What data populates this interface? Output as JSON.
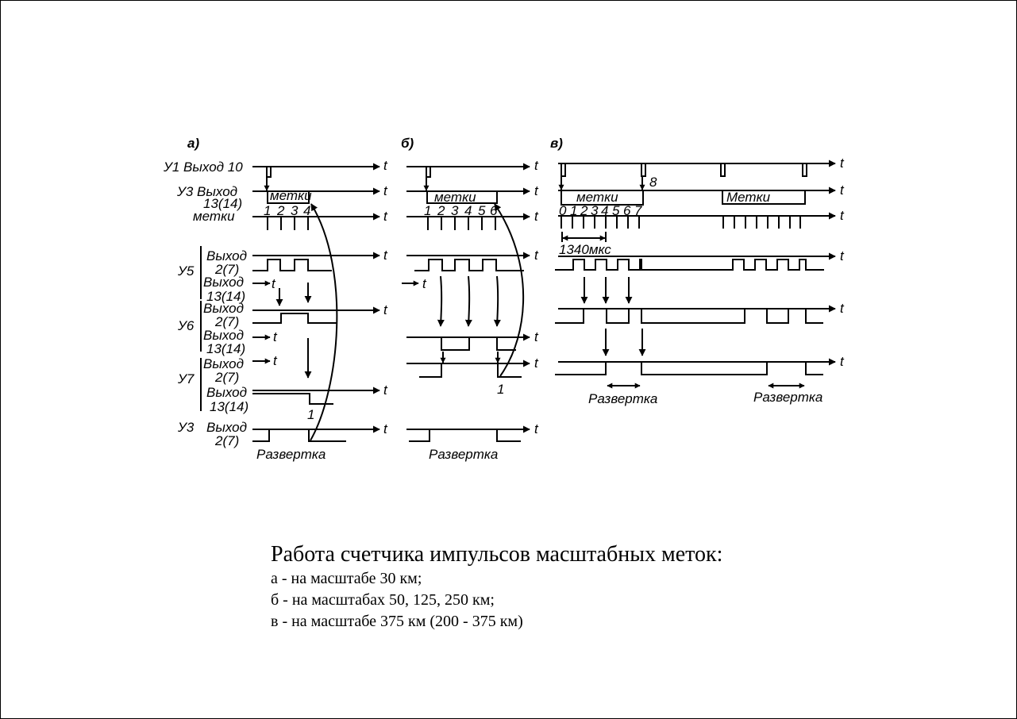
{
  "panels": {
    "a": "а)",
    "b": "б)",
    "c": "в)"
  },
  "axis_symbol": "t",
  "labels": {
    "u1_out10": "У1 Выход 10",
    "u3_out": "У3 Выход",
    "out_13_14": "13(14)",
    "metki": "метки",
    "vyhod": "Выход",
    "out_2_7": "2(7)",
    "u5": "У5",
    "u6": "У6",
    "u7": "У7",
    "u3": "У3",
    "metki_box": "метки",
    "metki_box_cap": "Метки",
    "razvertka": "Развертка",
    "marker_1": "1",
    "marker_8": "8",
    "interval": "1340мкс"
  },
  "ticks": {
    "a": [
      "1",
      "2",
      "3",
      "4"
    ],
    "b": [
      "1",
      "2",
      "3",
      "4",
      "5",
      "6"
    ],
    "c": [
      "0",
      "1",
      "2",
      "3",
      "4",
      "5",
      "6",
      "7"
    ]
  },
  "caption": {
    "title": "Работа счетчика импульсов масштабных меток:",
    "lines": [
      "а - на масштабе 30 км;",
      "б - на масштабах 50, 125, 250 км;",
      "в - на масштабе 375 км (200 - 375 км)"
    ]
  }
}
